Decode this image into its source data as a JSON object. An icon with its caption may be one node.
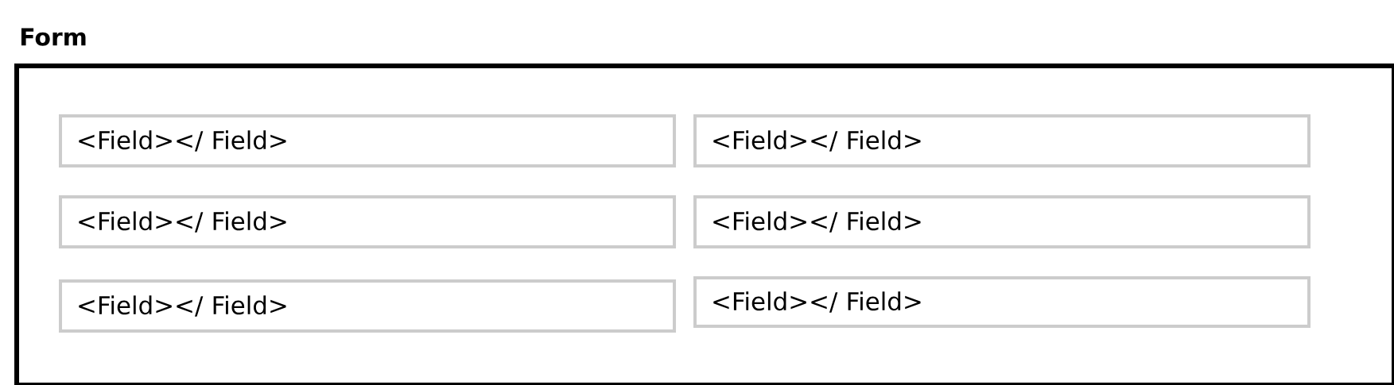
{
  "diagram": {
    "nodes": [
      {
        "text": [
          "Form"
        ]
      },
      {
        "text": [
          "<Field></ Field>"
        ],
        "in": 0
      },
      {
        "text": [
          "<Field></ Field>"
        ],
        "in": 0
      },
      {
        "text": [
          "<Field></ Field>"
        ],
        "in": 0
      },
      {
        "text": [
          "<Field></ Field>"
        ],
        "in": 0
      },
      {
        "text": [
          "<Field></ Field>"
        ],
        "in": 0
      },
      {
        "text": [
          "<Field></ Field>"
        ],
        "in": 0
      }
    ]
  }
}
